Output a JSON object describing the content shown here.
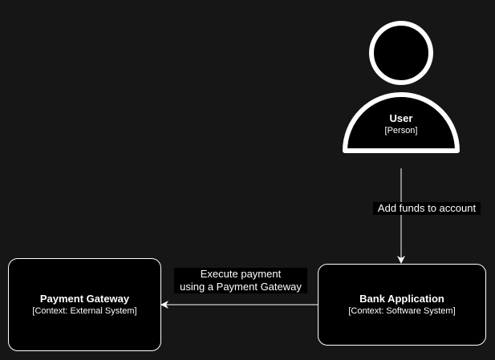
{
  "colors": {
    "background": "#161616",
    "node_fill": "#000000",
    "stroke": "#ffffff",
    "text": "#ffffff"
  },
  "person": {
    "icon": "person-icon",
    "name": "User",
    "type": "[Person]"
  },
  "systems": {
    "bank": {
      "name": "Bank Application",
      "type": "[Context: Software System]"
    },
    "gateway": {
      "name": "Payment Gateway",
      "type": "[Context: External System]"
    }
  },
  "edges": {
    "user_to_bank": "Add funds to account",
    "bank_to_gateway_line1": "Execute payment",
    "bank_to_gateway_line2": "using a Payment Gateway"
  }
}
